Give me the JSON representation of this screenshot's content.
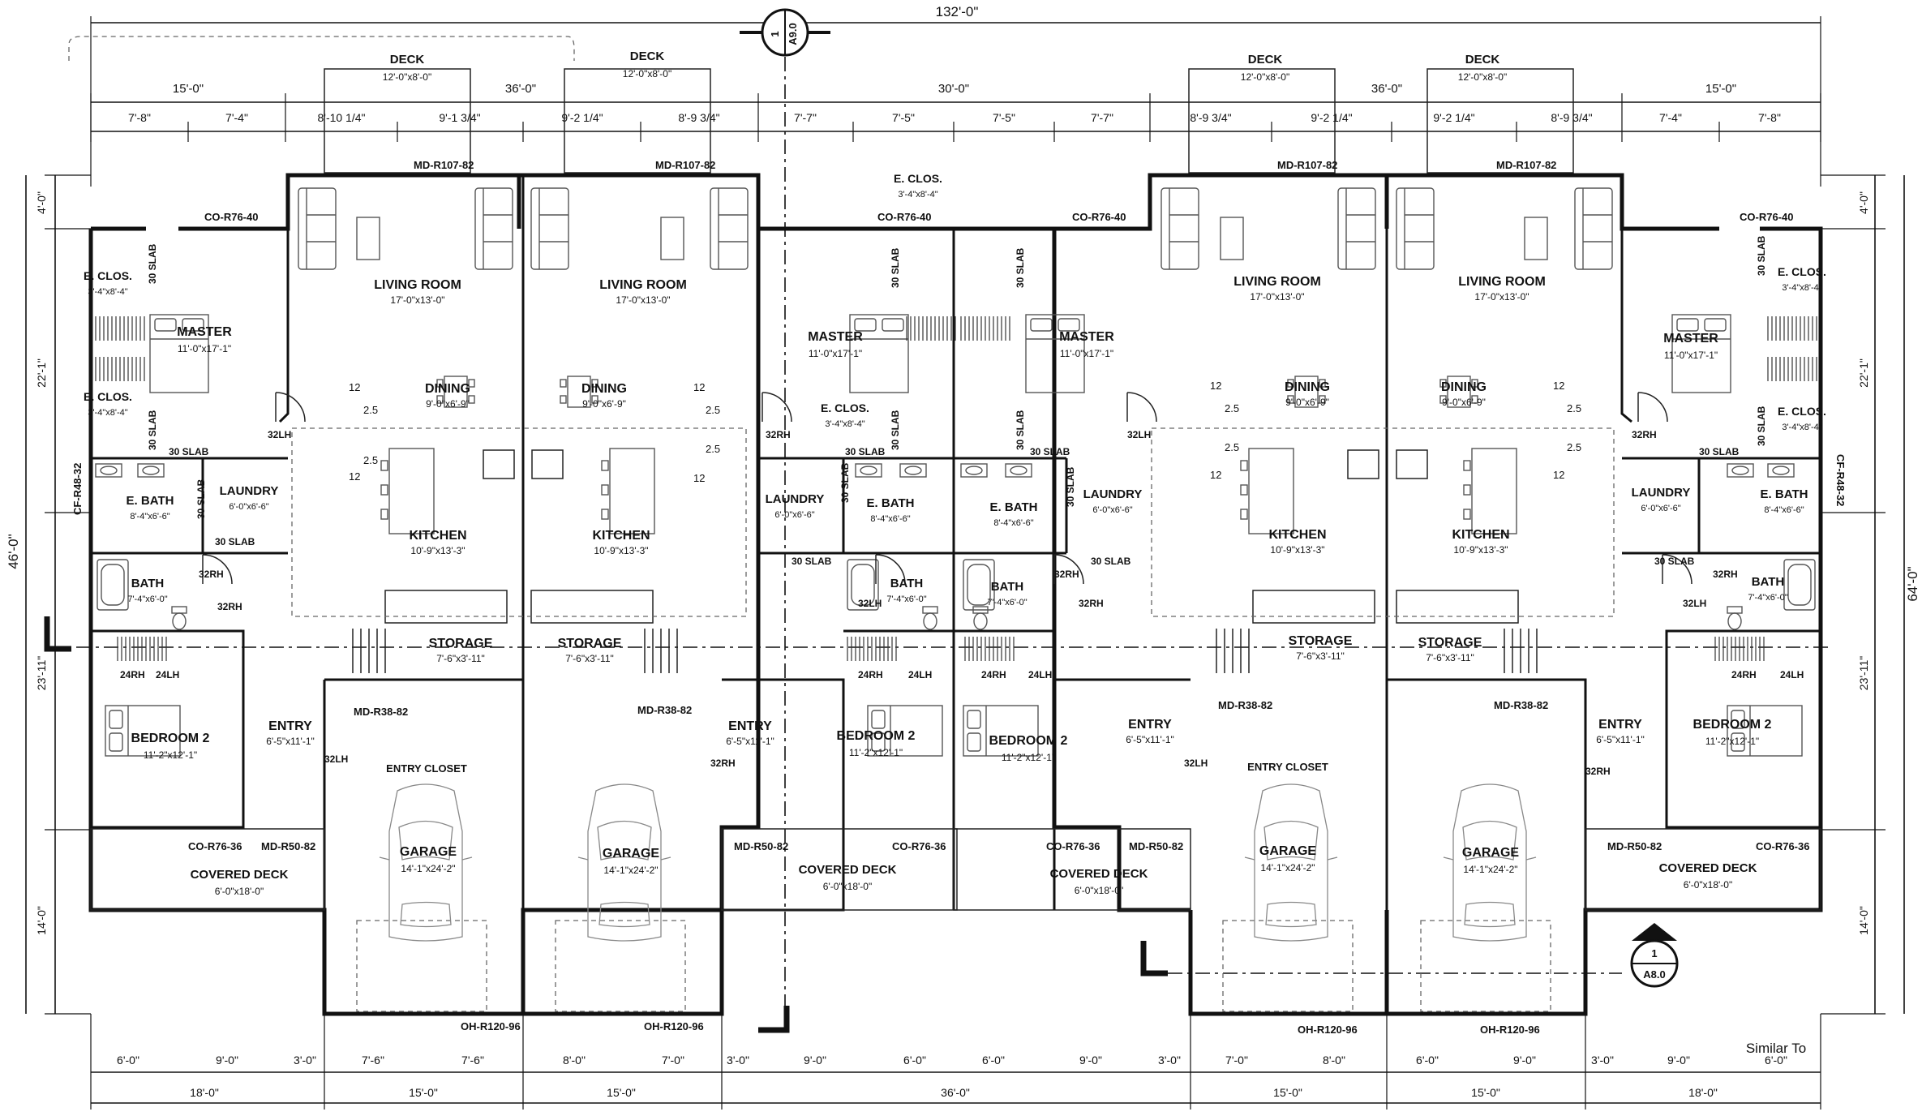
{
  "overall": {
    "top": "132'-0\"",
    "left": "46'-0\"",
    "right": "64'-0\""
  },
  "section_mark": {
    "top": "1",
    "top_sheet": "A9.0",
    "bottom": "1",
    "bottom_sheet": "A8.0"
  },
  "decks": [
    {
      "title": "DECK",
      "size": "12'-0\"x8'-0\""
    },
    {
      "title": "DECK",
      "size": "12'-0\"x8'-0\""
    },
    {
      "title": "DECK",
      "size": "12'-0\"x8'-0\""
    },
    {
      "title": "DECK",
      "size": "12'-0\"x8'-0\""
    }
  ],
  "dims_top_row1": [
    "15'-0\"",
    "36'-0\"",
    "30'-0\"",
    "36'-0\"",
    "15'-0\""
  ],
  "dims_top_row2": [
    "7'-8\"",
    "7'-4\"",
    "8'-10 1/4\"",
    "9'-1 3/4\"",
    "9'-2 1/4\"",
    "8'-9 3/4\"",
    "7'-7\"",
    "7'-5\"",
    "7'-5\"",
    "7'-7\"",
    "8'-9 3/4\"",
    "9'-2 1/4\"",
    "9'-2 1/4\"",
    "8'-9 3/4\"",
    "7'-4\"",
    "7'-8\""
  ],
  "dims_left": [
    "4'-0\"",
    "22'-1\"",
    "23'-11\"",
    "14'-0\""
  ],
  "dims_right": [
    "4'-0\"",
    "22'-1\"",
    "23'-11\"",
    "14'-0\""
  ],
  "dims_bottom_row1": [
    "6'-0\"",
    "9'-0\"",
    "3'-0\"",
    "7'-6\"",
    "7'-6\"",
    "8'-0\"",
    "7'-0\"",
    "3'-0\"",
    "9'-0\"",
    "6'-0\"",
    "6'-0\"",
    "9'-0\"",
    "3'-0\"",
    "7'-0\"",
    "8'-0\"",
    "6'-0\"",
    "9'-0\"",
    "3'-0\"",
    "9'-0\"",
    "6'-0\""
  ],
  "dims_bottom_row2": [
    "18'-0\"",
    "15'-0\"",
    "15'-0\"",
    "36'-0\"",
    "15'-0\"",
    "15'-0\"",
    "18'-0\""
  ],
  "note": "Similar To",
  "windows": {
    "md107": "MD-R107-82",
    "co40": "CO-R76-40",
    "cf48": "CF-R48-32",
    "md38": "MD-R38-82",
    "co36": "CO-R76-36",
    "md50": "MD-R50-82",
    "oh120": "OH-R120-96"
  },
  "slab": "30 SLAB",
  "doors": {
    "d32lh": "32LH",
    "d32rh": "32RH",
    "d24lh": "24LH",
    "d24rh": "24RH"
  },
  "slope": {
    "a": "12",
    "b": "2.5"
  },
  "rooms": {
    "living": {
      "name": "LIVING ROOM",
      "size": "17'-0\"x13'-0\""
    },
    "dining": {
      "name": "DINING",
      "size": "9'-0\"x6'-9\""
    },
    "kitchen": {
      "name": "KITCHEN",
      "size": "10'-9\"x13'-3\""
    },
    "storage": {
      "name": "STORAGE",
      "size": "7'-6\"x3'-11\""
    },
    "garage": {
      "name": "GARAGE",
      "size": "14'-1\"x24'-2\""
    },
    "entry": {
      "name": "ENTRY",
      "size": "6'-5\"x11'-1\""
    },
    "entry_closet": "ENTRY CLOSET",
    "master": {
      "name": "MASTER",
      "size": "11'-0\"x17'-1\""
    },
    "eclos": {
      "name": "E. CLOS.",
      "size": "3'-4\"x8'-4\""
    },
    "ebath": {
      "name": "E. BATH",
      "size": "8'-4\"x6'-6\""
    },
    "laundry": {
      "name": "LAUNDRY",
      "size": "6'-0\"x6'-6\""
    },
    "bath": {
      "name": "BATH",
      "size": "7'-4\"x6'-0\""
    },
    "bedroom2": {
      "name": "BEDROOM 2",
      "size": "11'-2\"x12'-1\""
    },
    "covered_deck": {
      "name": "COVERED DECK",
      "size": "6'-0\"x18'-0\""
    }
  }
}
